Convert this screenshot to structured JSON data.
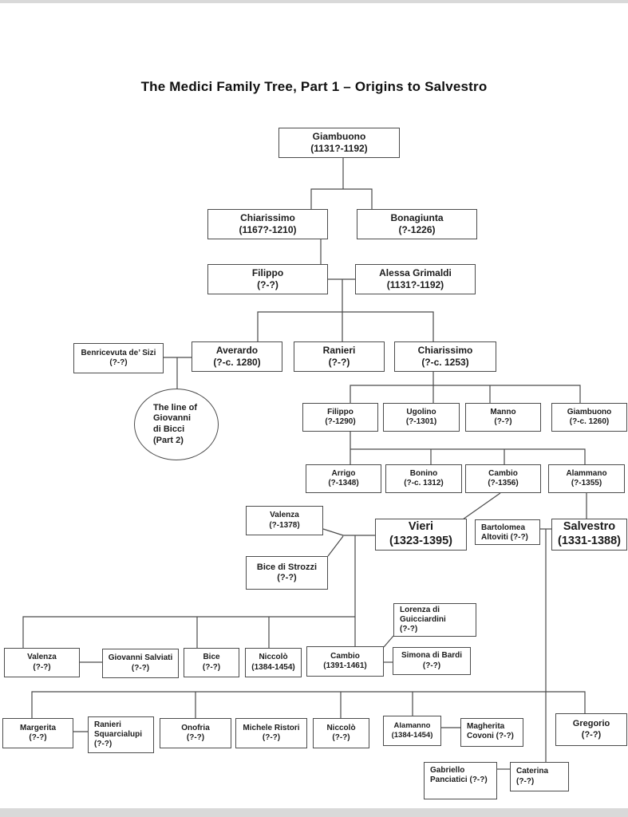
{
  "page": {
    "title": "The Medici Family Tree, Part 1 – Origins to Salvestro"
  },
  "circle": {
    "text": "The line of\nGiovanni\ndi Bicci\n(Part 2)"
  },
  "nodes": {
    "giambuono1": {
      "name": "Giambuono",
      "dates": "(1131?-1192)"
    },
    "chiarissimo1": {
      "name": "Chiarissimo",
      "dates": "(1167?-1210)"
    },
    "bonagiunta": {
      "name": "Bonagiunta",
      "dates": "(?-1226)"
    },
    "filippo1": {
      "name": "Filippo",
      "dates": "(?-?)"
    },
    "alessa": {
      "name": "Alessa Grimaldi",
      "dates": "(1131?-1192)"
    },
    "benricevuta": {
      "name": "Benricevuta de’ Sizi",
      "dates": "(?-?)"
    },
    "averardo": {
      "name": "Averardo",
      "dates": "(?-c. 1280)"
    },
    "ranieri1": {
      "name": "Ranieri",
      "dates": "(?-?)"
    },
    "chiarissimo2": {
      "name": "Chiarissimo",
      "dates": "(?-c. 1253)"
    },
    "filippo2": {
      "name": "Filippo",
      "dates": "(?-1290)"
    },
    "ugolino": {
      "name": "Ugolino",
      "dates": "(?-1301)"
    },
    "manno": {
      "name": "Manno",
      "dates": "(?-?)"
    },
    "giambuono2": {
      "name": "Giambuono",
      "dates": "(?-c. 1260)"
    },
    "arrigo": {
      "name": "Arrigo",
      "dates": "(?-1348)"
    },
    "bonino": {
      "name": "Bonino",
      "dates": "(?-c. 1312)"
    },
    "cambio1": {
      "name": "Cambio",
      "dates": "(?-1356)"
    },
    "alammano": {
      "name": "Alammano",
      "dates": "(?-1355)"
    },
    "valenza1": {
      "name": "Valenza",
      "dates": "(?-1378)"
    },
    "vieri": {
      "name": "Vieri",
      "dates": "(1323-1395)"
    },
    "bartolomea": {
      "name": "Bartolomea Altoviti",
      "dates": "(?-?)"
    },
    "salvestro": {
      "name": "Salvestro",
      "dates": "(1331-1388)"
    },
    "bice_strozzi": {
      "name": "Bice di Strozzi",
      "dates": "(?-?)"
    },
    "lorenza": {
      "name": "Lorenza di Guicciardini",
      "dates": "(?-?)"
    },
    "valenza2": {
      "name": "Valenza",
      "dates": "(?-?)"
    },
    "gsalviati": {
      "name": "Giovanni Salviati",
      "dates": "(?-?)"
    },
    "bice2": {
      "name": "Bice",
      "dates": "(?-?)"
    },
    "niccolo1": {
      "name": "Niccolò",
      "dates": "(1384-1454)"
    },
    "cambio2": {
      "name": "Cambio",
      "dates": "(1391-1461)"
    },
    "simona": {
      "name": "Simona di Bardi",
      "dates": "(?-?)"
    },
    "margerita": {
      "name": "Margerita",
      "dates": "(?-?)"
    },
    "rsquarcialupi": {
      "name": "Ranieri Squarcialupi",
      "dates": "(?-?)"
    },
    "onofria": {
      "name": "Onofria",
      "dates": "(?-?)"
    },
    "mristori": {
      "name": "Michele Ristori",
      "dates": "(?-?)"
    },
    "niccolo2": {
      "name": "Niccolò",
      "dates": "(?-?)"
    },
    "alamanno2": {
      "name": "Alamanno",
      "dates": "(1384-1454)"
    },
    "mcovoni": {
      "name": "Magherita Covoni",
      "dates": "(?-?)"
    },
    "gregorio": {
      "name": "Gregorio",
      "dates": "(?-?)"
    },
    "gabriello": {
      "name": "Gabriello Panciatici",
      "dates": "(?-?)"
    },
    "caterina": {
      "name": "Caterina",
      "dates": "(?-?)"
    }
  }
}
